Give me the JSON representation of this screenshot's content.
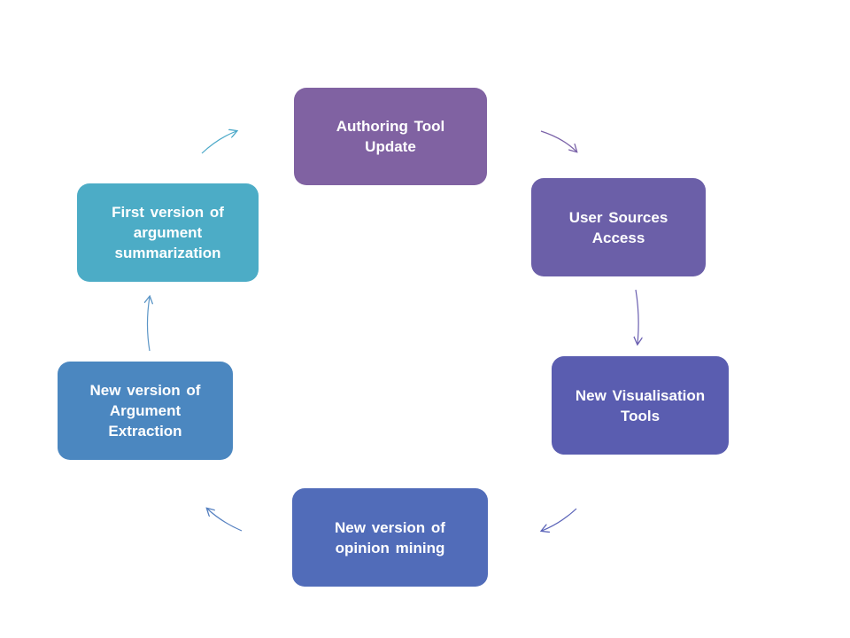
{
  "diagram": {
    "type": "cycle",
    "nodes": [
      {
        "id": "authoring",
        "label": "Authoring  Tool\nUpdate",
        "color": "#8062A2"
      },
      {
        "id": "user",
        "label": "User Sources\nAccess",
        "color": "#6B5FA8"
      },
      {
        "id": "visual",
        "label": "New Visualisation\nTools",
        "color": "#5A5DB0"
      },
      {
        "id": "opinion",
        "label": "New version  of\nopinion  mining",
        "color": "#516CB9"
      },
      {
        "id": "extraction",
        "label": "New version  of\nArgument\nExtraction",
        "color": "#4B87C0"
      },
      {
        "id": "summary",
        "label": "First version of\nargument\nsummarization",
        "color": "#4CACC6"
      }
    ],
    "edges": [
      {
        "from": "authoring",
        "to": "user"
      },
      {
        "from": "user",
        "to": "visual"
      },
      {
        "from": "visual",
        "to": "opinion"
      },
      {
        "from": "opinion",
        "to": "extraction"
      },
      {
        "from": "extraction",
        "to": "summary"
      },
      {
        "from": "summary",
        "to": "authoring"
      }
    ]
  }
}
